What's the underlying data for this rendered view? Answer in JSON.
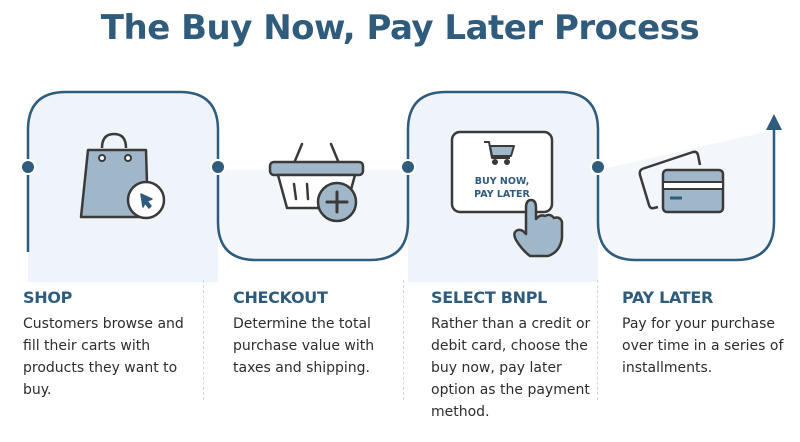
{
  "title": "The Buy Now, Pay Later Process",
  "colors": {
    "accent": "#2f5b7c",
    "icon_fill": "#9fb7c9",
    "icon_stroke": "#3a3a3a",
    "panel_bg": "#eef4f9",
    "body_text": "#2d2d2d"
  },
  "steps": [
    {
      "icon": "shopping-bag-cursor-icon",
      "heading": "SHOP",
      "description": "Customers browse and fill their carts with products they want to buy."
    },
    {
      "icon": "basket-plus-icon",
      "heading": "CHECKOUT",
      "description": "Determine the total purchase value with taxes and shipping."
    },
    {
      "icon": "bnpl-button-hand-icon",
      "heading": "SELECT BNPL",
      "description": "Rather than a credit or debit card, choose the buy now, pay later option as the payment method.",
      "button_text_line1": "BUY NOW,",
      "button_text_line2": "PAY LATER"
    },
    {
      "icon": "credit-cards-icon",
      "heading": "PAY LATER",
      "description": "Pay for your purchase over time in a series of installments."
    }
  ]
}
